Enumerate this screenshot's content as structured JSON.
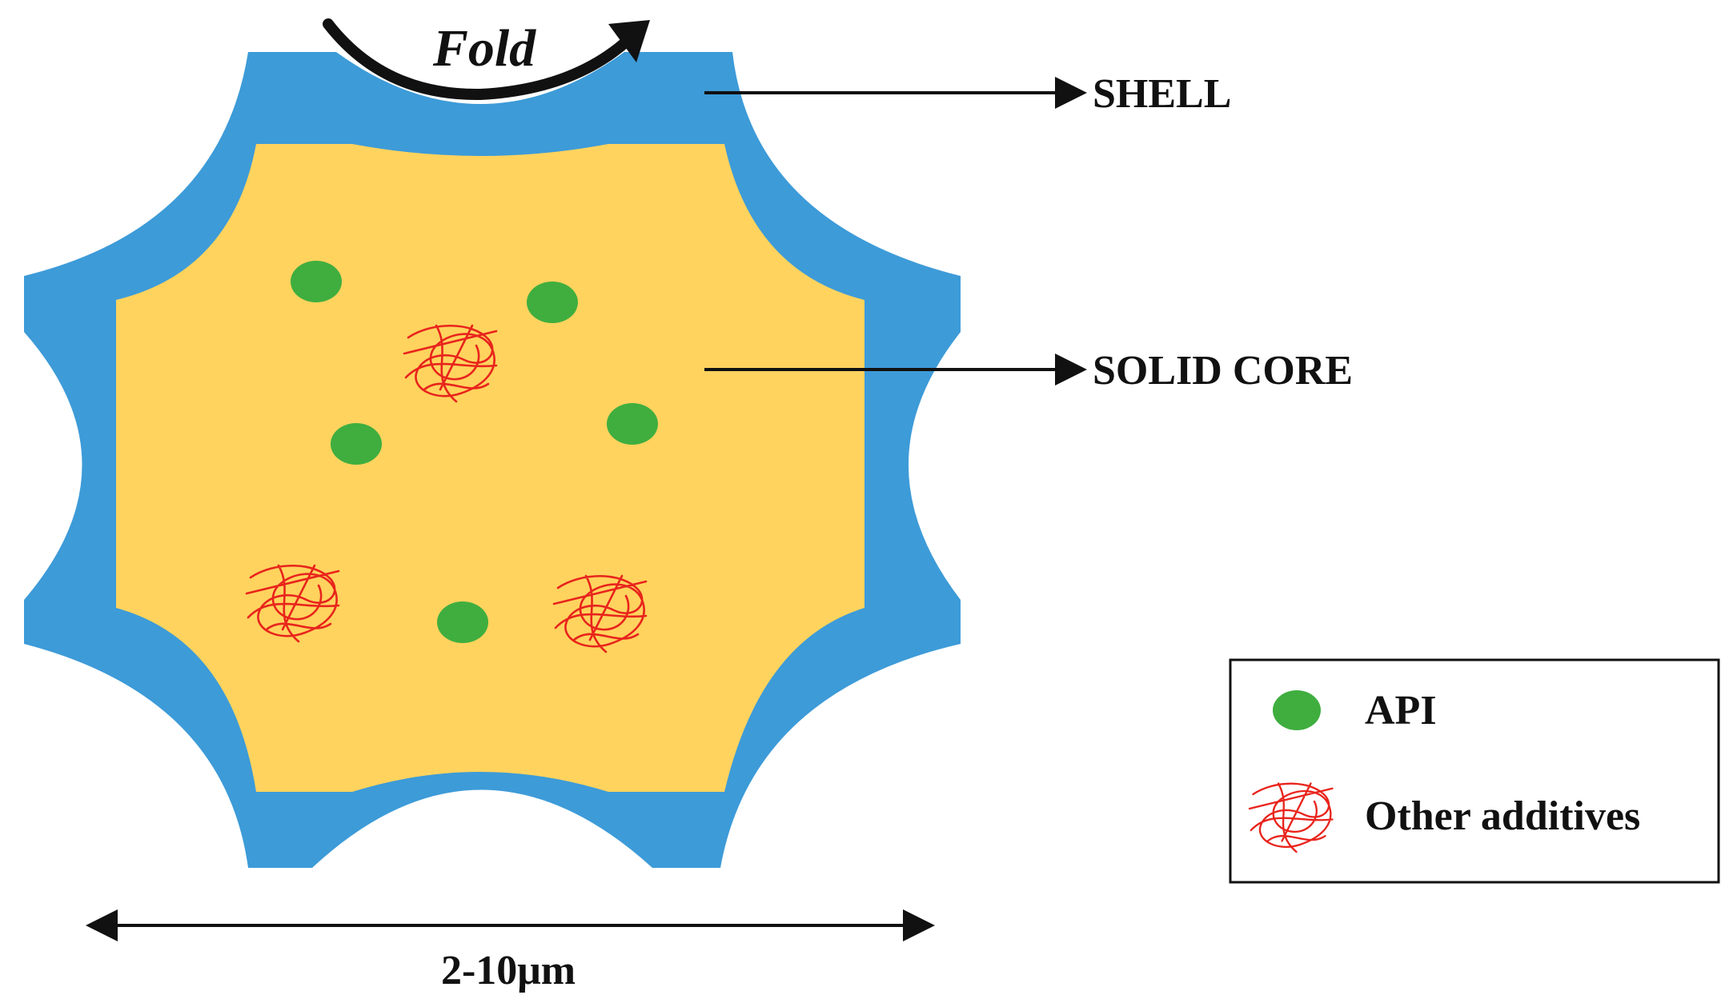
{
  "annotations": {
    "fold": "Fold",
    "shell": "SHELL",
    "solid_core": "SOLID CORE",
    "size": "2-10μm"
  },
  "legend": {
    "api": "API",
    "other_additives": "Other additives"
  },
  "colors": {
    "shell": "#3d9bd8",
    "core": "#ffd35e",
    "api": "#3fae3f",
    "additive": "#e8241c",
    "ink": "#111111"
  }
}
